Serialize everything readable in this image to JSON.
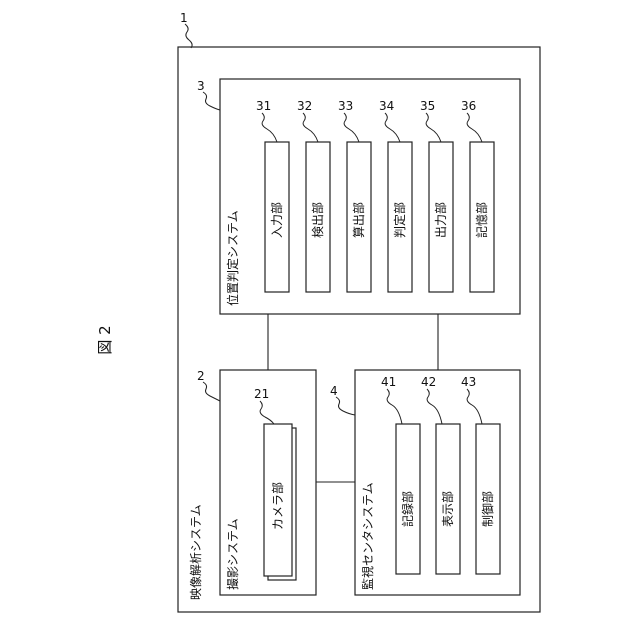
{
  "figure_label": "図 2",
  "main_system": {
    "ref": "1",
    "label": "映像解析システム"
  },
  "position_system": {
    "ref": "3",
    "label": "位置判定システム",
    "units": [
      {
        "ref": "31",
        "label": "入力部"
      },
      {
        "ref": "32",
        "label": "検出部"
      },
      {
        "ref": "33",
        "label": "算出部"
      },
      {
        "ref": "34",
        "label": "判定部"
      },
      {
        "ref": "35",
        "label": "出力部"
      },
      {
        "ref": "36",
        "label": "記憶部"
      }
    ]
  },
  "imaging_system": {
    "ref": "2",
    "label": "撮影システム",
    "units": [
      {
        "ref": "21",
        "label": "カメラ部"
      }
    ]
  },
  "monitoring_system": {
    "ref": "4",
    "label": "監視センタシステム",
    "units": [
      {
        "ref": "41",
        "label": "記録部"
      },
      {
        "ref": "42",
        "label": "表示部"
      },
      {
        "ref": "43",
        "label": "制御部"
      }
    ]
  }
}
